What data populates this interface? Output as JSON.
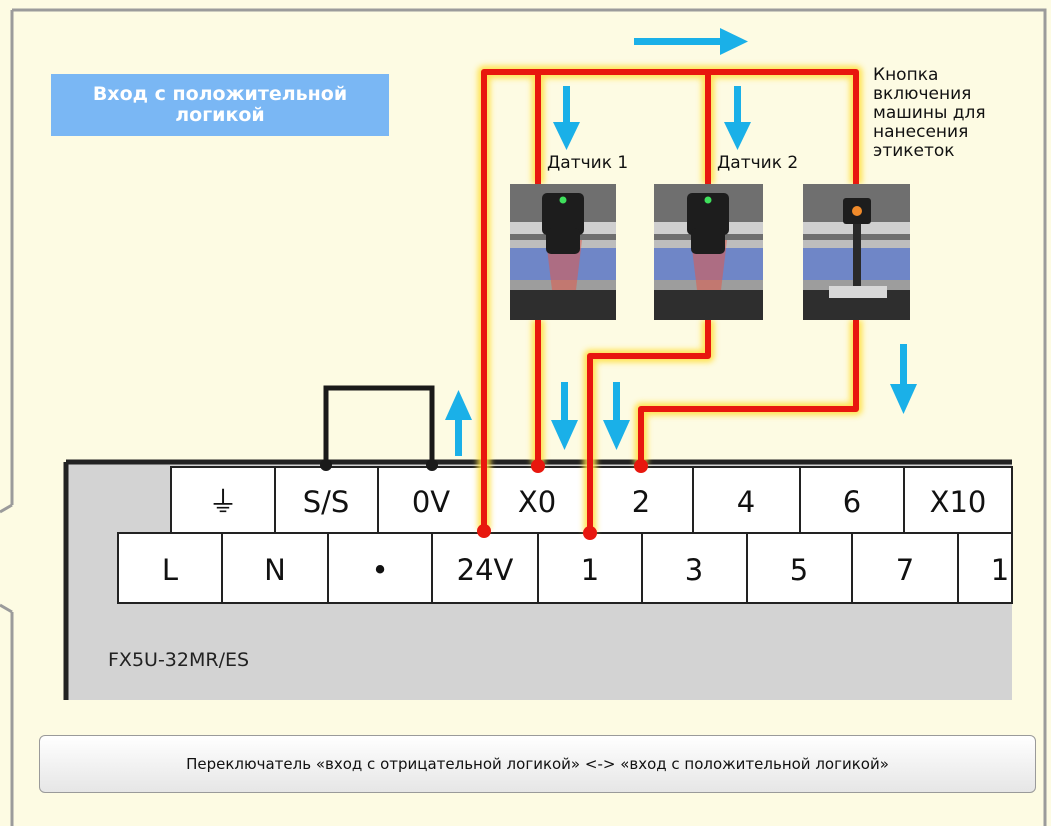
{
  "mode_badge": {
    "line1": "Вход с положительной",
    "line2": "логикой"
  },
  "devices": {
    "sensor1": "Датчик 1",
    "sensor2": "Датчик 2",
    "button": [
      "Кнопка",
      "включения",
      "машины для",
      "нанесения",
      "этикеток"
    ]
  },
  "terminals": {
    "top_row": [
      "⏚",
      "S/S",
      "0V",
      "X0",
      "2",
      "4",
      "6",
      "X10"
    ],
    "bottom_row": [
      "L",
      "N",
      "•",
      "24V",
      "1",
      "3",
      "5",
      "7",
      "1"
    ]
  },
  "model": "FX5U-32MR/ES",
  "toggle_button": "Переключатель «вход с отрицательной логикой» <-> «вход с положительной логикой»",
  "colors": {
    "wire": "#e8170e",
    "wire_glow": "#ffe14a",
    "arrow": "#1ab0e8",
    "badge": "#7ab7f4",
    "plc_body": "#d3d3d3"
  }
}
